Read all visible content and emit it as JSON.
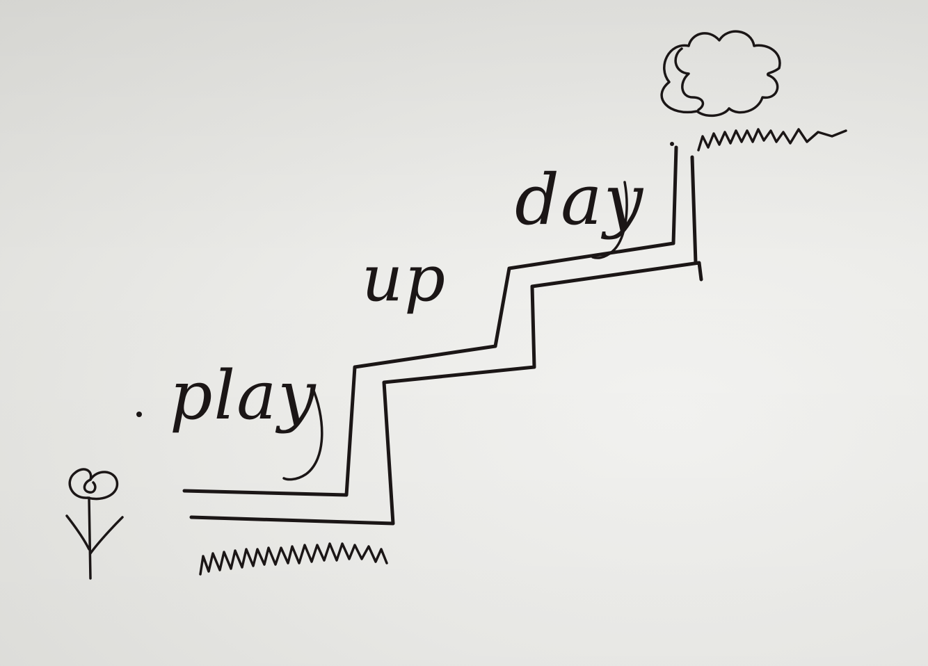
{
  "words": {
    "first": "play",
    "second": "up",
    "third": "day"
  },
  "ink_color": "#1b1616",
  "paper_color": "#ebebe8"
}
